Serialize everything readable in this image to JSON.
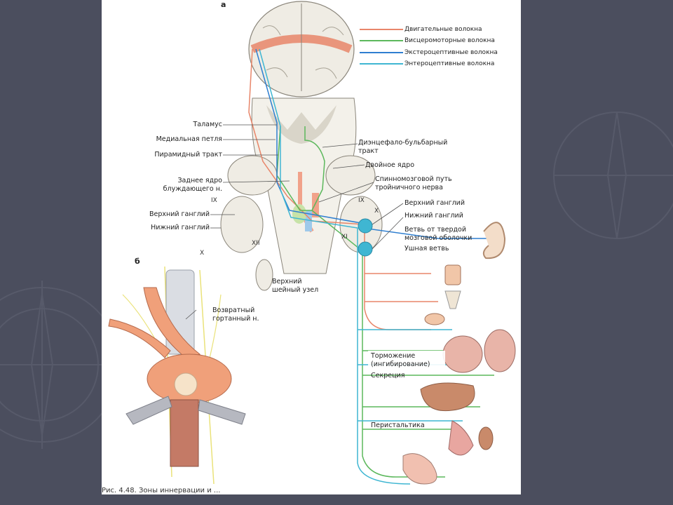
{
  "panels": {
    "a": "а",
    "b": "б"
  },
  "legend": [
    {
      "label": "Двигательные волокна",
      "color": "#e8866a"
    },
    {
      "label": "Висцеромоторные волокна",
      "color": "#5cb85c"
    },
    {
      "label": "Экстероцептивные волокна",
      "color": "#2f7fd0"
    },
    {
      "label": "Энтероцептивные волокна",
      "color": "#3fb6d2"
    }
  ],
  "labels_left": {
    "thalamus": "Таламус",
    "medial_loop": "Медиальная петля",
    "pyramidal": "Пирамидный тракт",
    "vagus_nucleus_1": "Заднее ядро",
    "vagus_nucleus_2": "блуждающего н.",
    "upper_ganglion": "Верхний ганглий",
    "lower_ganglion": "Нижний ганглий"
  },
  "labels_right": {
    "dienceph_1": "Диэнцефало-бульбарный",
    "dienceph_2": "тракт",
    "double_nucleus": "Двойное ядро",
    "spinal_1": "Спинномозговой путь",
    "spinal_2": "тройничного нерва",
    "upper_ganglion": "Верхний ганглий",
    "lower_ganglion": "Нижний ганглий",
    "dura_1": "Ветвь от твердой",
    "dura_2": "мозговой оболочки",
    "ear": "Ушная ветвь",
    "upper_cervical_1": "Верхний",
    "upper_cervical_2": "шейный узел"
  },
  "roman": {
    "ix_left": "IX",
    "x_left": "X",
    "xii": "XII",
    "ix_right": "IX",
    "x_right": "X",
    "xi": "XI"
  },
  "functions": {
    "inhibition_1": "Торможение",
    "inhibition_2": "(ингибирование)",
    "secretion": "Секреция",
    "peristalsis": "Перистальтика"
  },
  "panel_b": {
    "recurrent_1": "Возвратный",
    "recurrent_2": "гортанный н."
  },
  "caption": "Рис. 4.48. Зоны иннервации и ..."
}
